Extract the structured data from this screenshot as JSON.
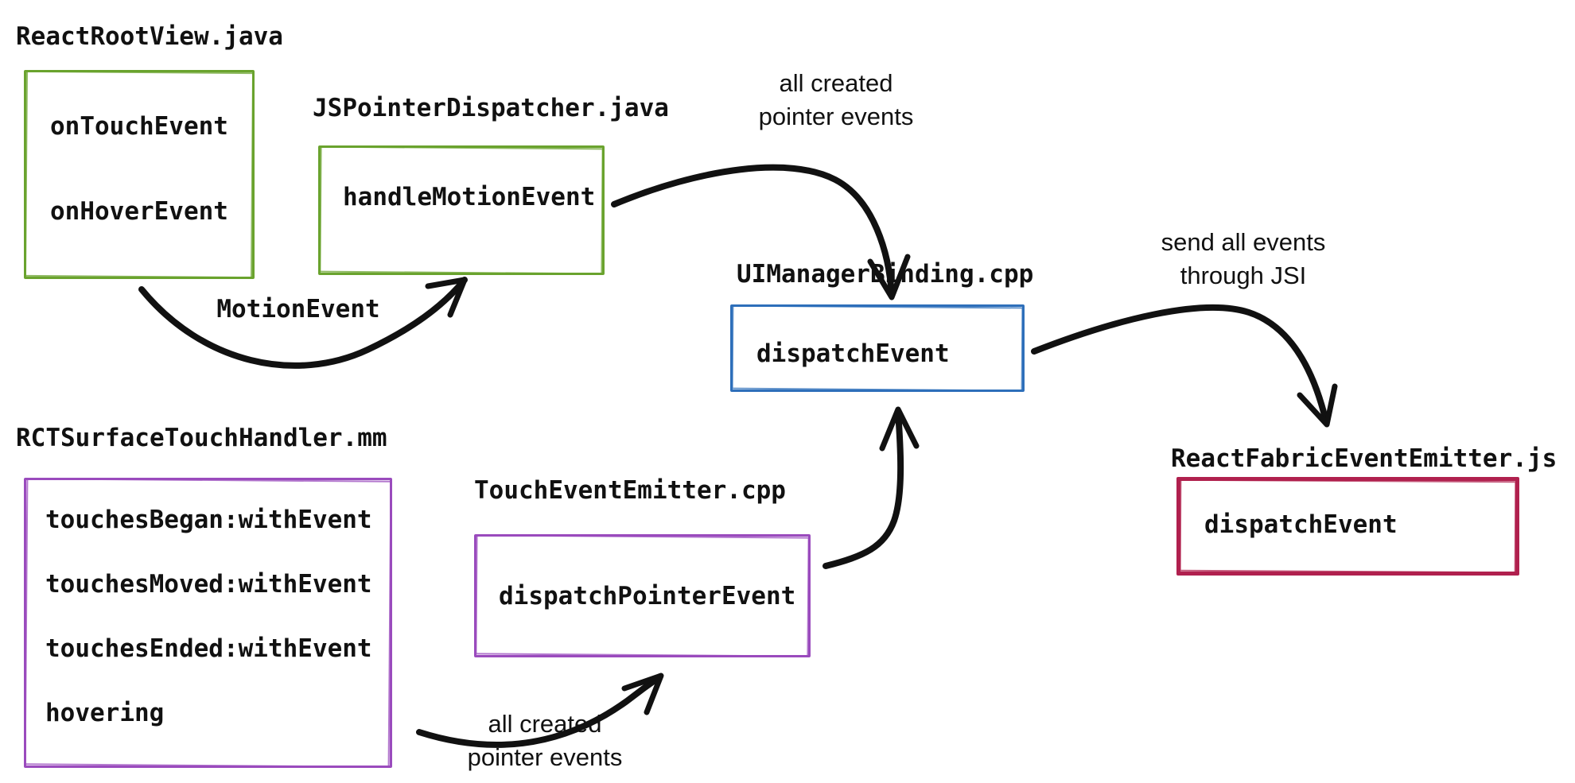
{
  "diagram": {
    "background": "#ffffff",
    "arrow_color": "#111111",
    "nodes": [
      {
        "id": "react-root-view",
        "file": "ReactRootView.java",
        "color": "#6aa32e",
        "methods": [
          "onTouchEvent",
          "onHoverEvent"
        ]
      },
      {
        "id": "js-pointer-dispatcher",
        "file": "JSPointerDispatcher.java",
        "color": "#6aa32e",
        "methods": [
          "handleMotionEvent"
        ]
      },
      {
        "id": "ui-manager-binding",
        "file": "UIManagerBinding.cpp",
        "color": "#2e6fba",
        "methods": [
          "dispatchEvent"
        ]
      },
      {
        "id": "react-fabric-event-emitter",
        "file": "ReactFabricEventEmitter.js",
        "color": "#b0204e",
        "methods": [
          "dispatchEvent"
        ]
      },
      {
        "id": "rct-surface-touch-handler",
        "file": "RCTSurfaceTouchHandler.mm",
        "color": "#9a4bbd",
        "methods": [
          "touchesBegan:withEvent",
          "touchesMoved:withEvent",
          "touchesEnded:withEvent",
          "hovering"
        ]
      },
      {
        "id": "touch-event-emitter",
        "file": "TouchEventEmitter.cpp",
        "color": "#9a4bbd",
        "methods": [
          "dispatchPointerEvent"
        ]
      }
    ],
    "edge_labels": [
      {
        "id": "motion-event",
        "lines": [
          "MotionEvent"
        ]
      },
      {
        "id": "all-created-pointer-events-top",
        "lines": [
          "all created",
          "pointer events"
        ]
      },
      {
        "id": "send-all-events-through-jsi",
        "lines": [
          "send all events",
          "through JSI"
        ]
      },
      {
        "id": "all-created-pointer-events-bottom",
        "lines": [
          "all created",
          "pointer events"
        ]
      }
    ]
  }
}
